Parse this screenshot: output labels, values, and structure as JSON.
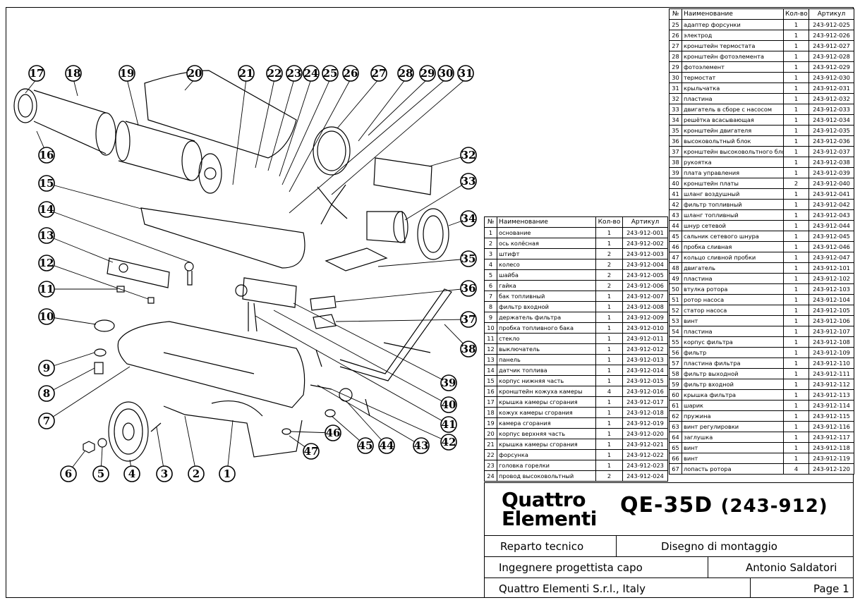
{
  "table_headers": {
    "no": "№",
    "name": "Наименование",
    "qty": "Кол-во",
    "article": "Артикул"
  },
  "parts_right": [
    {
      "no": "25",
      "name": "адаптер форсунки",
      "qty": "1",
      "article": "243-912-025"
    },
    {
      "no": "26",
      "name": "электрод",
      "qty": "1",
      "article": "243-912-026"
    },
    {
      "no": "27",
      "name": "кронштейн термостата",
      "qty": "1",
      "article": "243-912-027"
    },
    {
      "no": "28",
      "name": "кронштейн фотоэлемента",
      "qty": "1",
      "article": "243-912-028"
    },
    {
      "no": "29",
      "name": "фотоэлемент",
      "qty": "1",
      "article": "243-912-029"
    },
    {
      "no": "30",
      "name": "термостат",
      "qty": "1",
      "article": "243-912-030"
    },
    {
      "no": "31",
      "name": "крыльчатка",
      "qty": "1",
      "article": "243-912-031"
    },
    {
      "no": "32",
      "name": "пластина",
      "qty": "1",
      "article": "243-912-032"
    },
    {
      "no": "33",
      "name": "двигатель в сборе с насосом",
      "qty": "1",
      "article": "243-912-033"
    },
    {
      "no": "34",
      "name": "решётка всасывающая",
      "qty": "1",
      "article": "243-912-034"
    },
    {
      "no": "35",
      "name": "кронштейн двигателя",
      "qty": "1",
      "article": "243-912-035"
    },
    {
      "no": "36",
      "name": "высоковольтный блок",
      "qty": "1",
      "article": "243-912-036"
    },
    {
      "no": "37",
      "name": "кронштейн высоковольтного блока",
      "qty": "1",
      "article": "243-912-037"
    },
    {
      "no": "38",
      "name": "рукоятка",
      "qty": "1",
      "article": "243-912-038"
    },
    {
      "no": "39",
      "name": "плата управления",
      "qty": "1",
      "article": "243-912-039"
    },
    {
      "no": "40",
      "name": "кронштейн платы",
      "qty": "2",
      "article": "243-912-040"
    },
    {
      "no": "41",
      "name": "шланг воздушный",
      "qty": "1",
      "article": "243-912-041"
    },
    {
      "no": "42",
      "name": "фильтр топливный",
      "qty": "1",
      "article": "243-912-042"
    },
    {
      "no": "43",
      "name": "шланг топливный",
      "qty": "1",
      "article": "243-912-043"
    },
    {
      "no": "44",
      "name": "шнур сетевой",
      "qty": "1",
      "article": "243-912-044"
    },
    {
      "no": "45",
      "name": "сальник сетевого шнура",
      "qty": "1",
      "article": "243-912-045"
    },
    {
      "no": "46",
      "name": "пробка сливная",
      "qty": "1",
      "article": "243-912-046"
    },
    {
      "no": "47",
      "name": "кольцо сливной пробки",
      "qty": "1",
      "article": "243-912-047"
    },
    {
      "no": "48",
      "name": "двигатель",
      "qty": "1",
      "article": "243-912-101"
    },
    {
      "no": "49",
      "name": "пластина",
      "qty": "1",
      "article": "243-912-102"
    },
    {
      "no": "50",
      "name": "втулка ротора",
      "qty": "1",
      "article": "243-912-103"
    },
    {
      "no": "51",
      "name": "ротор насоса",
      "qty": "1",
      "article": "243-912-104"
    },
    {
      "no": "52",
      "name": "статор насоса",
      "qty": "1",
      "article": "243-912-105"
    },
    {
      "no": "53",
      "name": "винт",
      "qty": "1",
      "article": "243-912-106"
    },
    {
      "no": "54",
      "name": "пластина",
      "qty": "1",
      "article": "243-912-107"
    },
    {
      "no": "55",
      "name": "корпус фильтра",
      "qty": "1",
      "article": "243-912-108"
    },
    {
      "no": "56",
      "name": "фильтр",
      "qty": "1",
      "article": "243-912-109"
    },
    {
      "no": "57",
      "name": "пластина фильтра",
      "qty": "1",
      "article": "243-912-110"
    },
    {
      "no": "58",
      "name": "фильтр выходной",
      "qty": "1",
      "article": "243-912-111"
    },
    {
      "no": "59",
      "name": "фильтр входной",
      "qty": "1",
      "article": "243-912-112"
    },
    {
      "no": "60",
      "name": "крышка фильтра",
      "qty": "1",
      "article": "243-912-113"
    },
    {
      "no": "61",
      "name": "шарик",
      "qty": "1",
      "article": "243-912-114"
    },
    {
      "no": "62",
      "name": "пружина",
      "qty": "1",
      "article": "243-912-115"
    },
    {
      "no": "63",
      "name": "винт регулировки",
      "qty": "1",
      "article": "243-912-116"
    },
    {
      "no": "64",
      "name": "заглушка",
      "qty": "1",
      "article": "243-912-117"
    },
    {
      "no": "65",
      "name": "винт",
      "qty": "1",
      "article": "243-912-118"
    },
    {
      "no": "66",
      "name": "винт",
      "qty": "1",
      "article": "243-912-119"
    },
    {
      "no": "67",
      "name": "лопасть ротора",
      "qty": "4",
      "article": "243-912-120"
    }
  ],
  "parts_left": [
    {
      "no": "1",
      "name": "основание",
      "qty": "1",
      "article": "243-912-001"
    },
    {
      "no": "2",
      "name": "ось колёсная",
      "qty": "1",
      "article": "243-912-002"
    },
    {
      "no": "3",
      "name": "штифт",
      "qty": "2",
      "article": "243-912-003"
    },
    {
      "no": "4",
      "name": "колесо",
      "qty": "2",
      "article": "243-912-004"
    },
    {
      "no": "5",
      "name": "шайба",
      "qty": "2",
      "article": "243-912-005"
    },
    {
      "no": "6",
      "name": "гайка",
      "qty": "2",
      "article": "243-912-006"
    },
    {
      "no": "7",
      "name": "бак топливный",
      "qty": "1",
      "article": "243-912-007"
    },
    {
      "no": "8",
      "name": "фильтр входной",
      "qty": "1",
      "article": "243-912-008"
    },
    {
      "no": "9",
      "name": "держатель фильтра",
      "qty": "1",
      "article": "243-912-009"
    },
    {
      "no": "10",
      "name": "пробка топливного бака",
      "qty": "1",
      "article": "243-912-010"
    },
    {
      "no": "11",
      "name": "стекло",
      "qty": "1",
      "article": "243-912-011"
    },
    {
      "no": "12",
      "name": "выключатель",
      "qty": "1",
      "article": "243-912-012"
    },
    {
      "no": "13",
      "name": "панель",
      "qty": "1",
      "article": "243-912-013"
    },
    {
      "no": "14",
      "name": "датчик топлива",
      "qty": "1",
      "article": "243-912-014"
    },
    {
      "no": "15",
      "name": "корпус нижняя часть",
      "qty": "1",
      "article": "243-912-015"
    },
    {
      "no": "16",
      "name": "кронштейн кожуха камеры",
      "qty": "4",
      "article": "243-912-016"
    },
    {
      "no": "17",
      "name": "крышка камеры сгорания",
      "qty": "1",
      "article": "243-912-017"
    },
    {
      "no": "18",
      "name": "кожух камеры сгорания",
      "qty": "1",
      "article": "243-912-018"
    },
    {
      "no": "19",
      "name": "камера сгорания",
      "qty": "1",
      "article": "243-912-019"
    },
    {
      "no": "20",
      "name": "корпус верхняя часть",
      "qty": "1",
      "article": "243-912-020"
    },
    {
      "no": "21",
      "name": "крышка камеры сгорания",
      "qty": "1",
      "article": "243-912-021"
    },
    {
      "no": "22",
      "name": "форсунка",
      "qty": "1",
      "article": "243-912-022"
    },
    {
      "no": "23",
      "name": "головка горелки",
      "qty": "1",
      "article": "243-912-023"
    },
    {
      "no": "24",
      "name": "провод высоковольтный",
      "qty": "2",
      "article": "243-912-024"
    }
  ],
  "title_block": {
    "logo_line1": "Quattro",
    "logo_line2": "Elementi",
    "model": "QE-35D",
    "code": "(243-912)",
    "dept": "Reparto tecnico",
    "doc_type": "Disegno di montaggio",
    "role": "Ingegnere progettista capo",
    "engineer": "Antonio Saldatori",
    "company": "Quattro Elementi S.r.l., Italy",
    "page": "Page 1"
  },
  "callout_numbers": [
    "1",
    "2",
    "3",
    "4",
    "5",
    "6",
    "7",
    "8",
    "9",
    "10",
    "11",
    "12",
    "13",
    "14",
    "15",
    "16",
    "17",
    "18",
    "19",
    "20",
    "21",
    "22",
    "23",
    "24",
    "25",
    "26",
    "27",
    "28",
    "29",
    "30",
    "31",
    "32",
    "33",
    "34",
    "35",
    "36",
    "37",
    "38",
    "39",
    "40",
    "41",
    "42",
    "43",
    "44",
    "45",
    "46",
    "47"
  ]
}
